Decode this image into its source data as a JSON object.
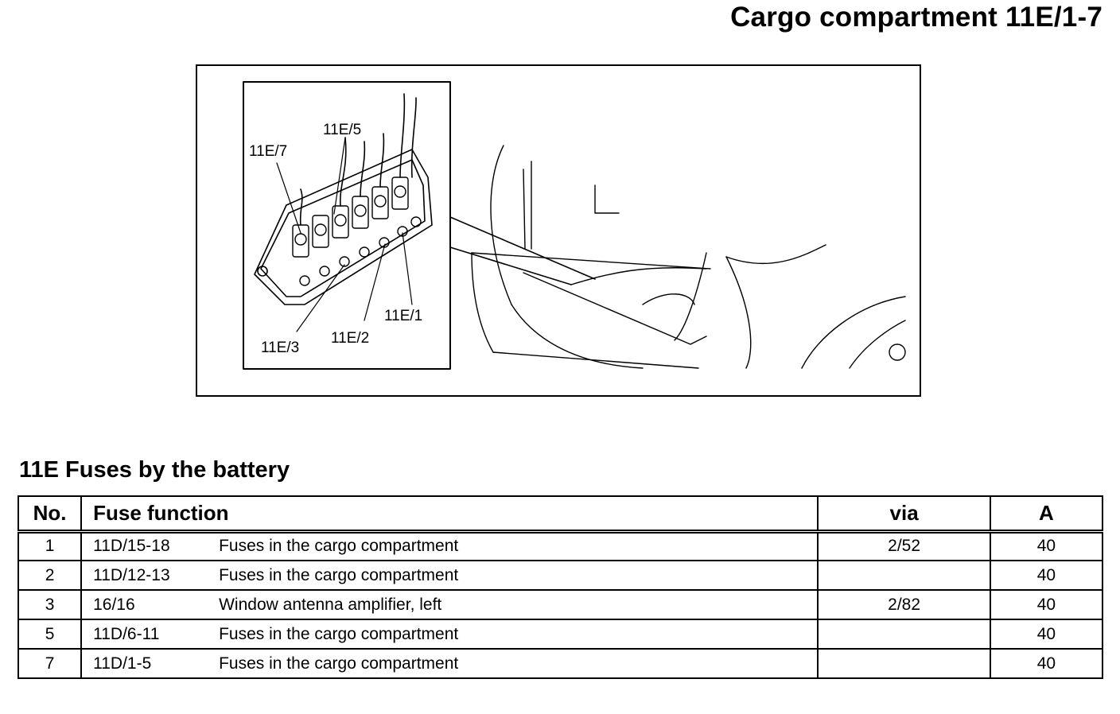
{
  "page": {
    "title": "Cargo compartment 11E/1-7"
  },
  "figure": {
    "labels": {
      "f7": "11E/7",
      "f5": "11E/5",
      "f3": "11E/3",
      "f2": "11E/2",
      "f1": "11E/1"
    }
  },
  "section": {
    "title": "11E Fuses by the battery"
  },
  "table": {
    "headers": {
      "no": "No.",
      "function": "Fuse function",
      "via": "via",
      "amp": "A"
    },
    "rows": [
      {
        "no": "1",
        "ref": "11D/15-18",
        "desc": "Fuses in the cargo compartment",
        "via": "2/52",
        "amp": "40"
      },
      {
        "no": "2",
        "ref": "11D/12-13",
        "desc": "Fuses in the cargo compartment",
        "via": "",
        "amp": "40"
      },
      {
        "no": "3",
        "ref": "16/16",
        "desc": "Window antenna amplifier, left",
        "via": "2/82",
        "amp": "40"
      },
      {
        "no": "5",
        "ref": "11D/6-11",
        "desc": "Fuses in the cargo compartment",
        "via": "",
        "amp": "40"
      },
      {
        "no": "7",
        "ref": "11D/1-5",
        "desc": "Fuses in the cargo compartment",
        "via": "",
        "amp": "40"
      }
    ]
  }
}
